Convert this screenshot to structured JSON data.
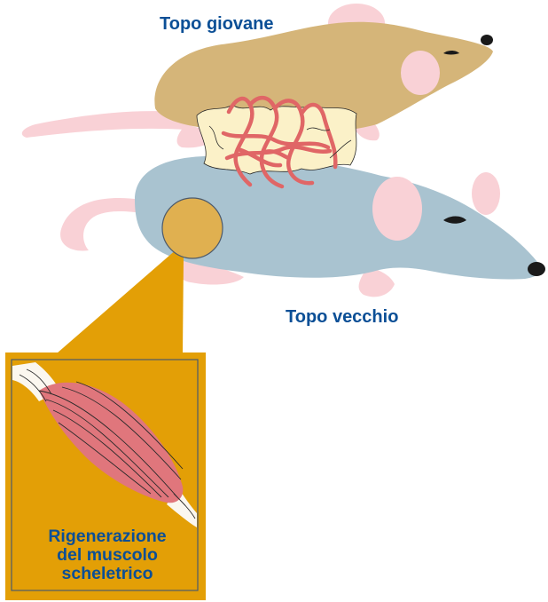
{
  "labels": {
    "young_mouse": "Topo giovane",
    "old_mouse": "Topo vecchio",
    "inset_caption": [
      "Rigenerazione",
      "del muscolo",
      "scheletrico"
    ]
  },
  "colors": {
    "young_body": "#d5b579",
    "old_body": "#a9c3d0",
    "pink_ear_tail": "#f9d1d6",
    "vessels": "#e06666",
    "cream_junction": "#fbf1c8",
    "inset_fill": "#e39f06",
    "inset_frame": "#4d5a6a",
    "muscle_fill": "#e0767c",
    "label_blue": "#0b4f96",
    "nose": "#1a1a1a"
  },
  "icons": {
    "young_mouse": "young-mouse-illustration",
    "old_mouse": "old-mouse-illustration",
    "vessels": "shared-blood-vessels",
    "muscle": "skeletal-muscle-illustration"
  }
}
